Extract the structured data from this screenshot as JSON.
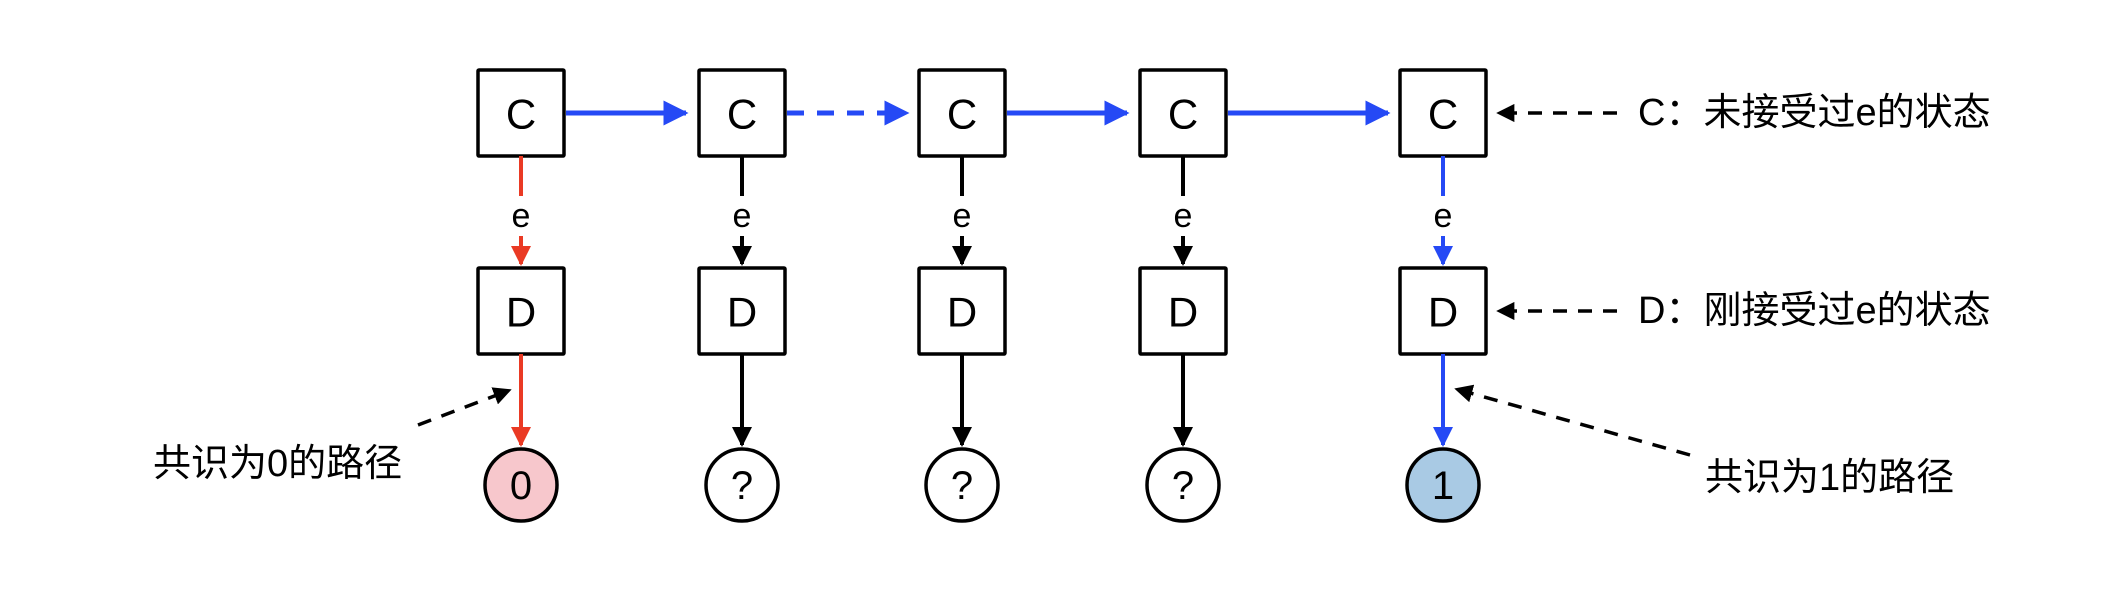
{
  "diagram": {
    "title_visible": false,
    "background_color": "#ffffff",
    "colors": {
      "black": "#000000",
      "blue": "#2549f5",
      "red": "#ea3a24",
      "pink_fill": "#f7c7cc",
      "blue_fill": "#a9cae4",
      "white_fill": "#ffffff"
    },
    "columns": [
      {
        "index": 0,
        "top_node": "C",
        "bottom_node": "D",
        "event_label": "e",
        "outcome": "0",
        "outcome_fill": "#f7c7cc",
        "path_color": "#ea3a24"
      },
      {
        "index": 1,
        "top_node": "C",
        "bottom_node": "D",
        "event_label": "e",
        "outcome": "?",
        "outcome_fill": "#ffffff",
        "path_color": "#000000"
      },
      {
        "index": 2,
        "top_node": "C",
        "bottom_node": "D",
        "event_label": "e",
        "outcome": "?",
        "outcome_fill": "#ffffff",
        "path_color": "#000000"
      },
      {
        "index": 3,
        "top_node": "C",
        "bottom_node": "D",
        "event_label": "e",
        "outcome": "?",
        "outcome_fill": "#ffffff",
        "path_color": "#000000"
      },
      {
        "index": 4,
        "top_node": "C",
        "bottom_node": "D",
        "event_label": "e",
        "outcome": "1",
        "outcome_fill": "#a9cae4",
        "path_color": "#2549f5"
      }
    ],
    "horizontal_links": [
      {
        "from": 0,
        "to": 1,
        "style": "solid",
        "color": "#2549f5"
      },
      {
        "from": 1,
        "to": 2,
        "style": "dashed",
        "color": "#2549f5"
      },
      {
        "from": 2,
        "to": 3,
        "style": "solid",
        "color": "#2549f5"
      },
      {
        "from": 3,
        "to": 4,
        "style": "solid",
        "color": "#2549f5"
      }
    ],
    "annotations": {
      "c_legend": "C：未接受过e的状态",
      "d_legend": "D：刚接受过e的状态",
      "path_zero": "共识为0的路径",
      "path_one": "共识为1的路径"
    }
  }
}
